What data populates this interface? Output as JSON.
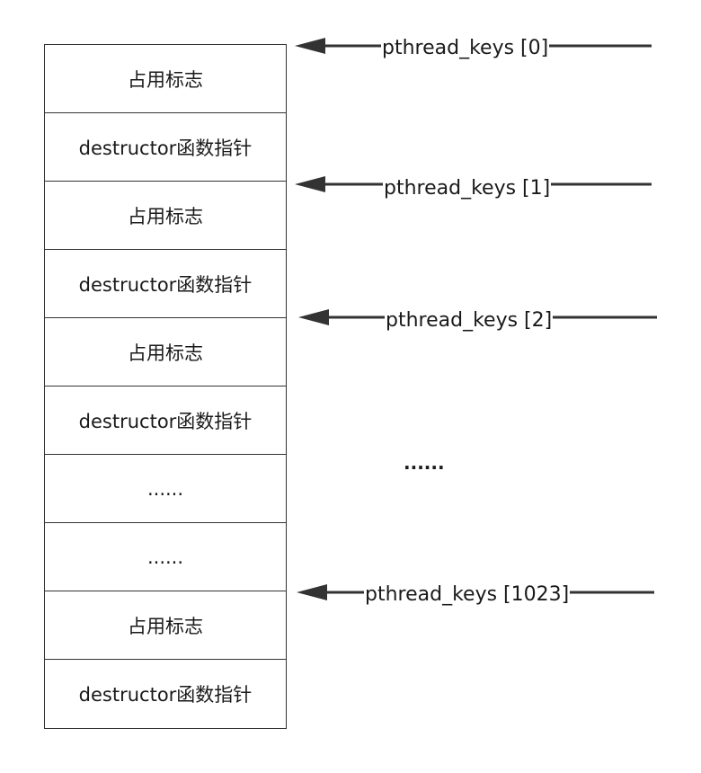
{
  "cells": [
    "占用标志",
    "destructor函数指针",
    "占用标志",
    "destructor函数指针",
    "占用标志",
    "destructor函数指针",
    "......",
    "......",
    "占用标志",
    "destructor函数指针"
  ],
  "keys": [
    "pthread_keys [0]",
    "pthread_keys [1]",
    "pthread_keys [2]",
    "pthread_keys [1023]"
  ],
  "gap_label": "......",
  "colors": {
    "border": "#333333",
    "arrow": "#333333"
  }
}
